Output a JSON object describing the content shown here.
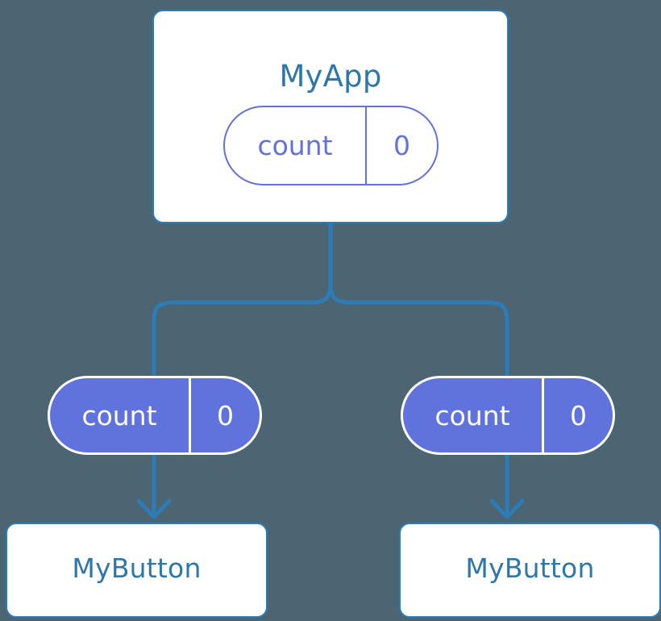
{
  "diagram": {
    "title": "MyApp component tree with count prop drilling",
    "background_color": "#4c6573",
    "line_color": "#2d7cb5",
    "box_border_color": "#2d7cb5",
    "box_fill_color": "#ffffff",
    "text_blue": "#2e77a8",
    "pill_purple": "#6072db",
    "pill_outline_purple": "#6272d8",
    "pill_text_white": "#ffffff"
  },
  "root": {
    "component_name": "MyApp",
    "state": {
      "key": "count",
      "value": "0"
    }
  },
  "props": [
    {
      "key": "count",
      "value": "0"
    },
    {
      "key": "count",
      "value": "0"
    }
  ],
  "children": [
    {
      "component_name": "MyButton"
    },
    {
      "component_name": "MyButton"
    }
  ]
}
